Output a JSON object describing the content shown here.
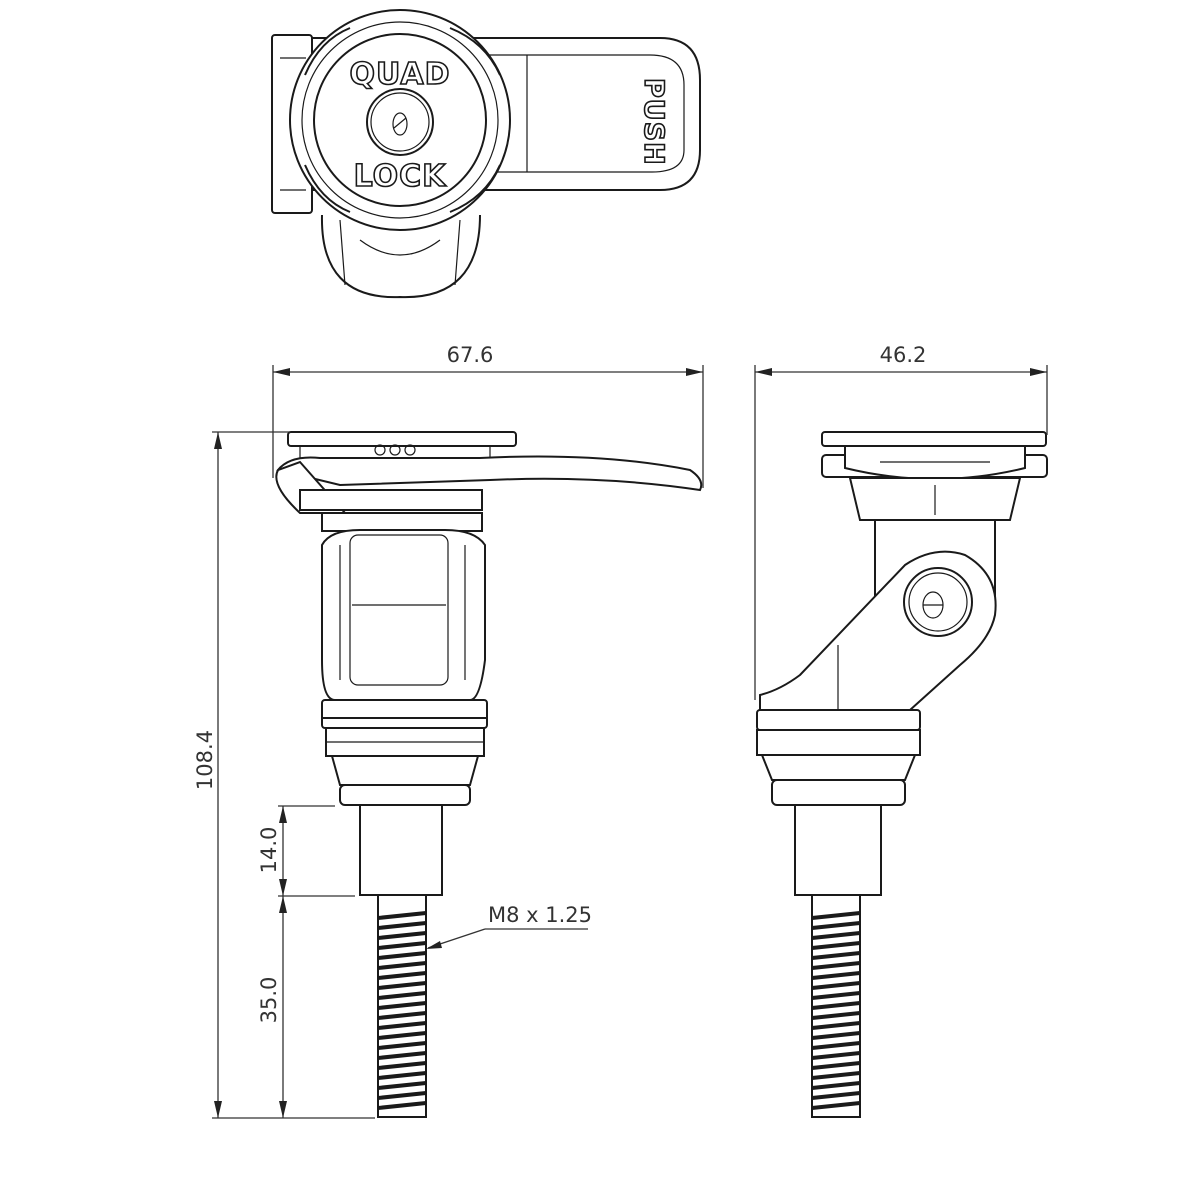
{
  "drawing": {
    "views": [
      {
        "name": "top-view",
        "labels": {
          "logo_top": "QUAD",
          "logo_bottom": "LOCK",
          "lever_text": "PUSH"
        }
      },
      {
        "name": "front-view"
      },
      {
        "name": "side-view"
      }
    ],
    "dimensions": {
      "front_width": "67.6",
      "side_width": "46.2",
      "overall_height": "108.4",
      "shank_height": "14.0",
      "thread_length": "35.0",
      "thread_spec": "M8 x 1.25"
    },
    "colors": {
      "line": "#1a1a1a",
      "dimension": "#333333",
      "background": "#ffffff"
    }
  }
}
